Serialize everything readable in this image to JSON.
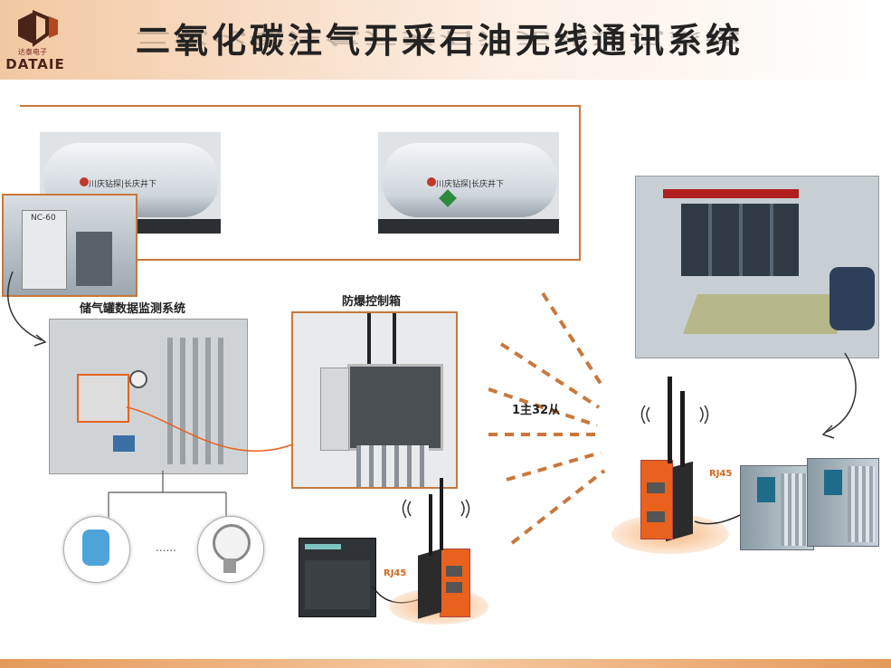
{
  "header": {
    "logo_small_text": "达泰电子",
    "logo_text": "DATAIE",
    "title": "二氧化碳注气开采石油无线通讯系统"
  },
  "tanks": {
    "tank_left_sign": "川庆钻探|长庆井下",
    "tank_right_sign": "川庆钻探|长庆井下",
    "inset_tag": "NC-60"
  },
  "labels": {
    "monitor_system": "储气罐数据监测系统",
    "explosion_box": "防爆控制箱",
    "master_slave": "1主32从",
    "rj45_left": "RJ45",
    "rj45_right": "RJ45",
    "dots": "......"
  },
  "colors": {
    "accent": "#d2691e",
    "frame": "#c8783c",
    "router": "#e8621e"
  }
}
